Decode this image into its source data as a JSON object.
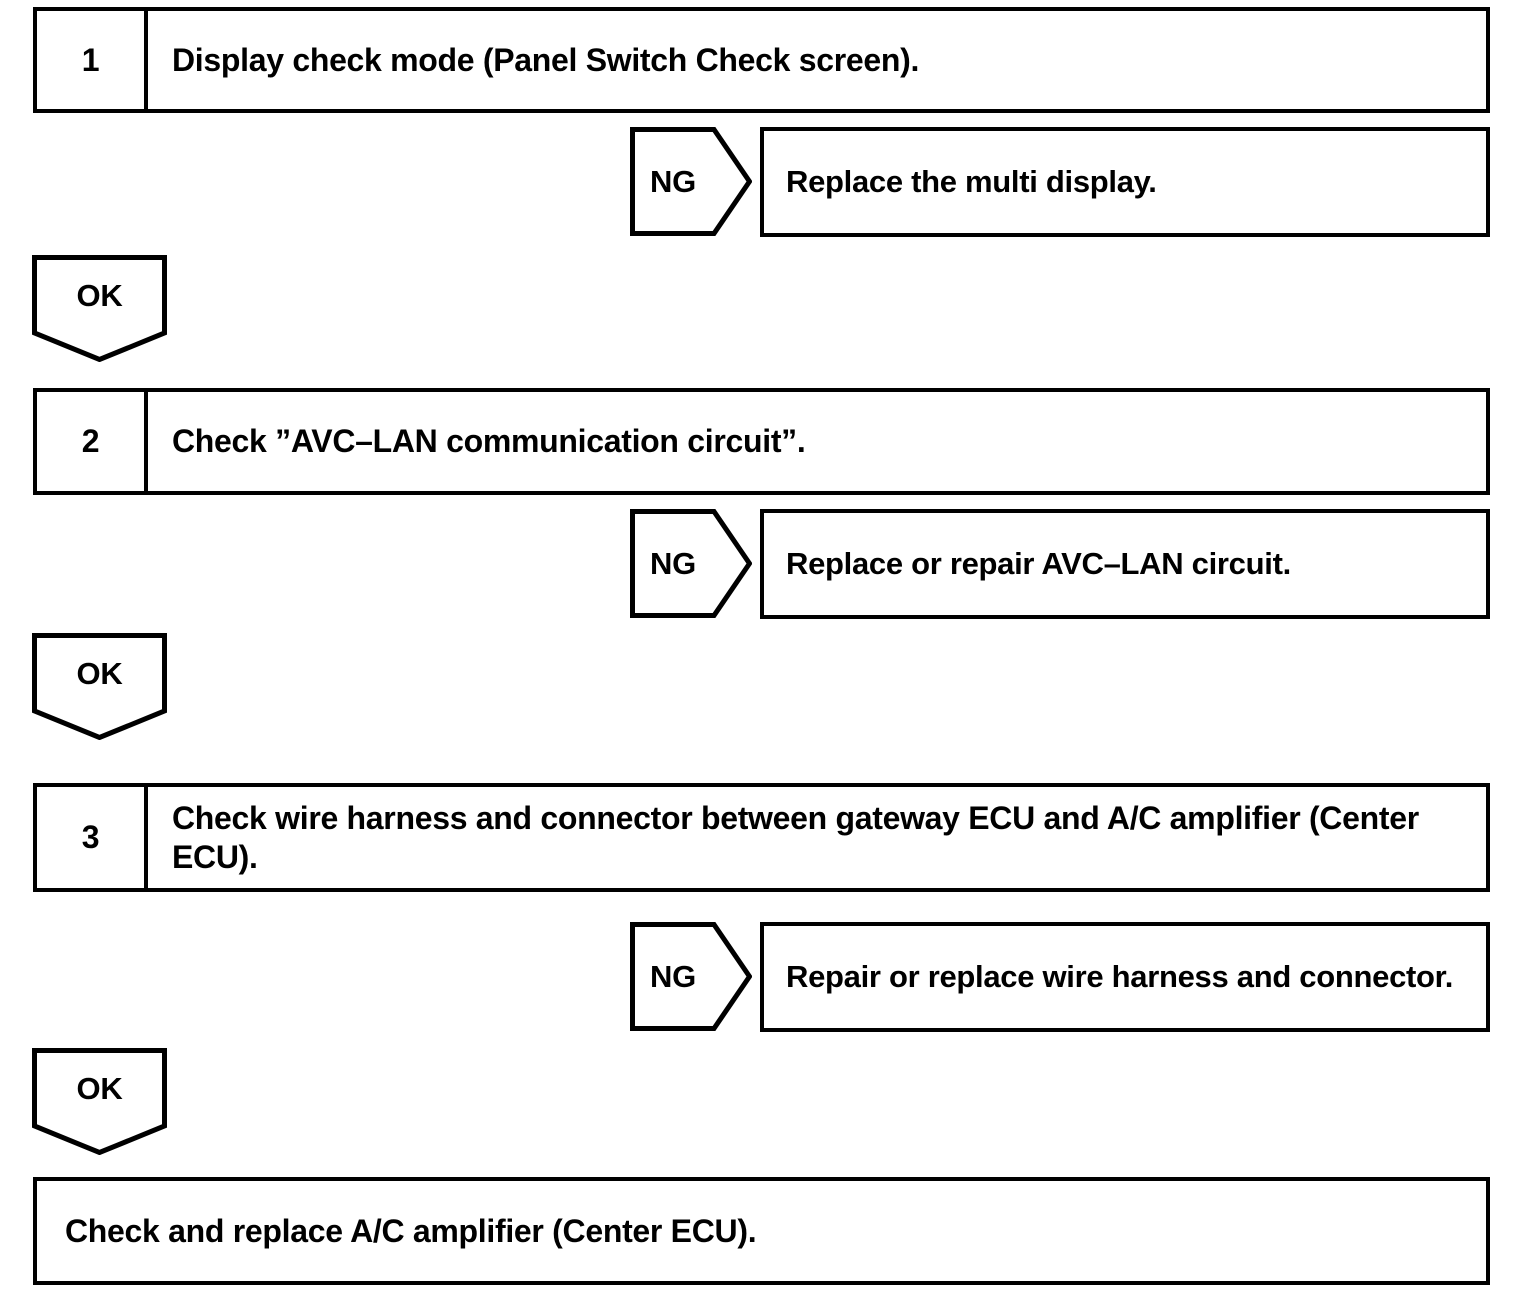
{
  "page": {
    "background_color": "#ffffff",
    "line_color": "#000000"
  },
  "flowchart": {
    "steps": [
      {
        "number": "1",
        "instruction": "Display check mode (Panel Switch Check screen).",
        "ng": {
          "label": "NG",
          "action": "Replace the multi display."
        },
        "ok": {
          "label": "OK"
        }
      },
      {
        "number": "2",
        "instruction": "Check ”AVC–LAN communication circuit”.",
        "ng": {
          "label": "NG",
          "action": "Replace or repair AVC–LAN circuit."
        },
        "ok": {
          "label": "OK"
        }
      },
      {
        "number": "3",
        "instruction": "Check wire harness and connector between gateway ECU and A/C amplifier (Center ECU).",
        "ng": {
          "label": "NG",
          "action": "Repair or replace wire harness and connector."
        },
        "ok": {
          "label": "OK"
        }
      }
    ],
    "final_action": "Check and replace A/C amplifier (Center ECU)."
  }
}
